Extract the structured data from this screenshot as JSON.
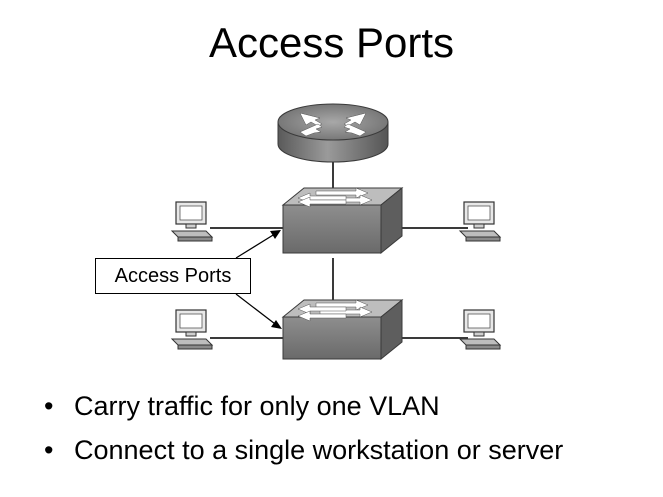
{
  "slide": {
    "title": "Access Ports"
  },
  "diagram": {
    "callout_label": "Access Ports",
    "colors": {
      "device_dark": "#6a6a6a",
      "device_mid": "#8c8c8c",
      "device_light": "#c4c4c4",
      "link": "#3a3a3a"
    }
  },
  "bullets": [
    "Carry traffic for only one VLAN",
    "Connect to a single workstation or server"
  ]
}
